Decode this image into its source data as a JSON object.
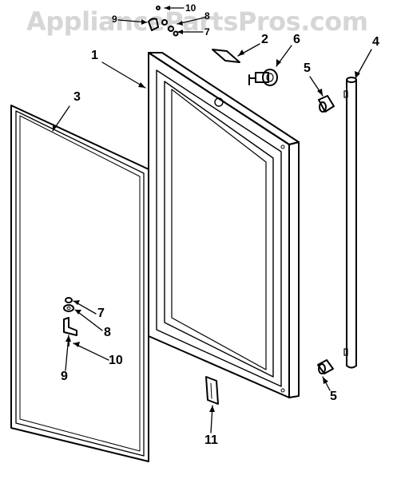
{
  "watermark": "AppliancePartsPros.com",
  "callouts": {
    "c1": "1",
    "c2": "2",
    "c3": "3",
    "c4": "4",
    "c5_top": "5",
    "c5_bottom": "5",
    "c6": "6",
    "c7_top": "7",
    "c7_mid": "7",
    "c8_top": "8",
    "c8_mid": "8",
    "c9_top": "9",
    "c9_bottom": "9",
    "c10_top": "10",
    "c10_mid": "10",
    "c11": "11"
  }
}
